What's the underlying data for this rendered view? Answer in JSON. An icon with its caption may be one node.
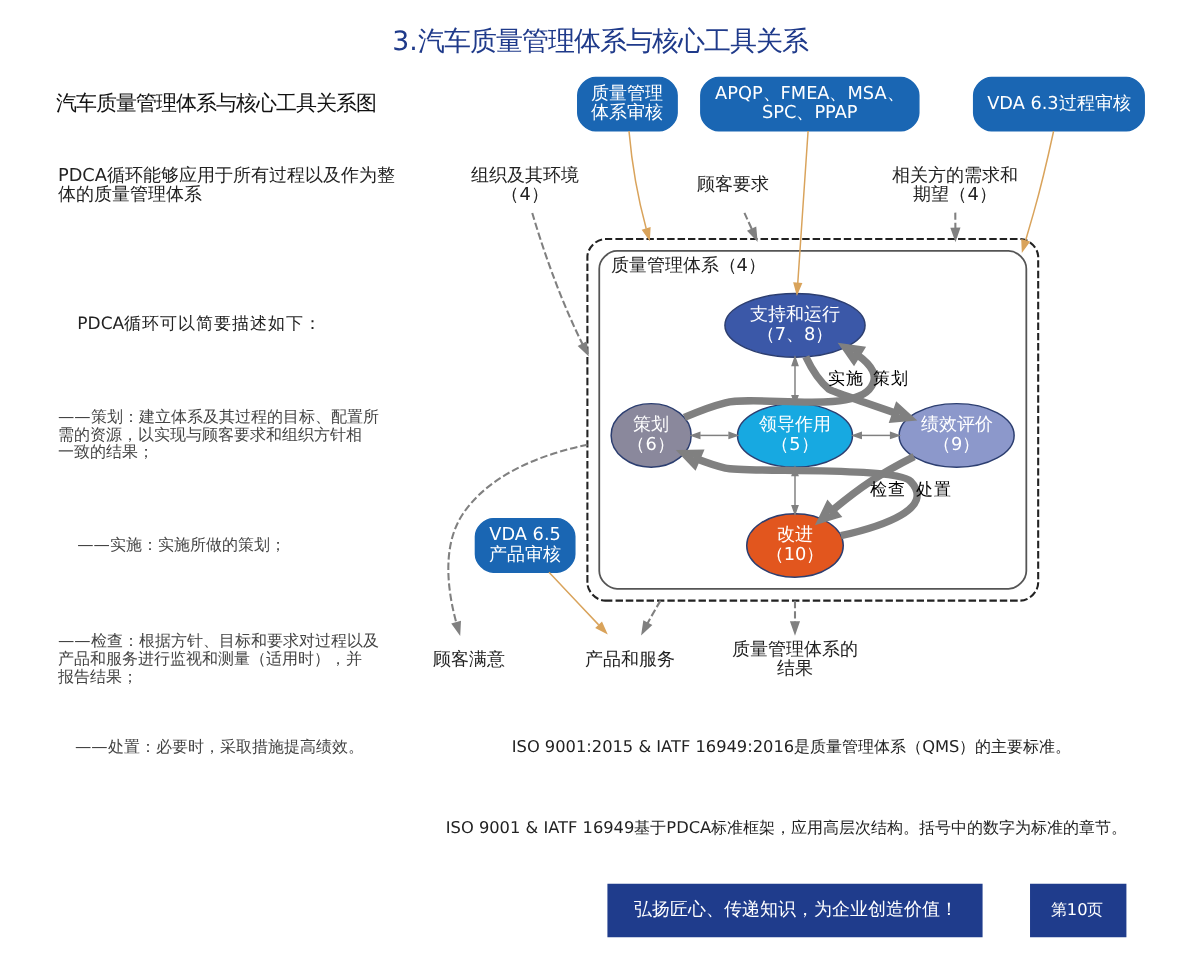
{
  "diagram": {
    "title": "3.汽车质量管理体系与核心工具关系",
    "nodes": [
      {
        "text": [
          "APQP、FMEA、MSA、SPC、PPAP"
        ]
      },
      {
        "text": [
          "VDA 6.3过程审核"
        ]
      },
      {
        "text": [
          "质量管理体系审核"
        ]
      },
      {
        "text": [],
        "shape": "box"
      },
      {
        "text": [
          "质量管理体系（4）"
        ],
        "in": 3
      },
      {
        "text": [
          "支持和运行（7、8）"
        ],
        "in": 4
      },
      {
        "text": [
          "策划（6）"
        ],
        "in": 4
      },
      {
        "text": [
          "领导作用（5）"
        ],
        "in": 4
      },
      {
        "text": [
          "绩效评价（9）"
        ],
        "in": 4
      },
      {
        "text": [
          "改进（10）"
        ],
        "in": 4
      },
      {
        "text": [
          "组织及其环境（4）"
        ]
      },
      {
        "text": [
          "顾客要求"
        ]
      },
      {
        "text": [
          "相关方的需求和期望（4）"
        ]
      },
      {
        "text": [
          "顾客满意"
        ]
      },
      {
        "text": [
          "质量管理体系的结果"
        ]
      },
      {
        "text": [
          "产品和服务"
        ]
      },
      {
        "text": [
          "VDA 6.5产品审核"
        ]
      }
    ],
    "edges": [
      {
        "from": 0,
        "to": 5,
        "arrow": "to",
        "color": "#d9a35b"
      },
      {
        "from": 1,
        "to": 4,
        "arrow": "to",
        "color": "#d9a35b"
      },
      {
        "from": 2,
        "to": 3,
        "arrow": "to",
        "color": "#d9a35b"
      },
      {
        "from": 10,
        "to": 3,
        "arrow": "to",
        "style": "dashed"
      },
      {
        "from": 11,
        "to": 3,
        "arrow": "to",
        "style": "dashed"
      },
      {
        "from": 12,
        "to": 3,
        "arrow": "to",
        "style": "dashed"
      },
      {
        "from": 3,
        "to": 13,
        "arrow": "to",
        "style": "dashed"
      },
      {
        "from": 3,
        "to": 14,
        "arrow": "to",
        "style": "dashed"
      },
      {
        "from": 3,
        "to": 15,
        "arrow": "to",
        "style": "dashed"
      },
      {
        "from": 16,
        "to": 15,
        "arrow": "to",
        "color": "#d9a35b"
      },
      {
        "from": 6,
        "to": 5,
        "arrow": "to",
        "label": "策划",
        "style": "thick"
      },
      {
        "from": 5,
        "to": 8,
        "arrow": "to",
        "label": "实施",
        "style": "thick"
      },
      {
        "from": 8,
        "to": 9,
        "arrow": "to",
        "label": "检查",
        "style": "thick"
      },
      {
        "from": 9,
        "to": 6,
        "arrow": "to",
        "label": "处置",
        "style": "thick"
      },
      {
        "from": 6,
        "to": 7,
        "arrow": "both"
      },
      {
        "from": 7,
        "to": 8,
        "arrow": "both"
      },
      {
        "from": 5,
        "to": 7,
        "arrow": "both"
      },
      {
        "from": 7,
        "to": 9,
        "arrow": "both"
      }
    ],
    "labels": [
      "汽车质量管理体系与核心工具关系图",
      "PDCA循环能够应用于所有过程以及作为整体的质量管理体系",
      "PDCA循环可以简要描述如下：",
      "——策划：建立体系及其过程的目标、配置所需的资源，以实现与顾客要求和组织方针相一致的结果；",
      "——实施：实施所做的策划；",
      "——检查：根据方针、目标和要求对过程以及产品和服务进行监视和测量（适用时），并报告结果；",
      "——处置：必要时，采取措施提高绩效。",
      "ISO 9001:2015 & IATF 16949:2016是质量管理体系（QMS）的主要标准。",
      "ISO 9001 & IATF 16949基于PDCA标准框架，应用高层次结构。括号中的数字为标准的章节。",
      "弘扬匠心、传递知识，为企业创造价值！",
      "第10页"
    ]
  }
}
